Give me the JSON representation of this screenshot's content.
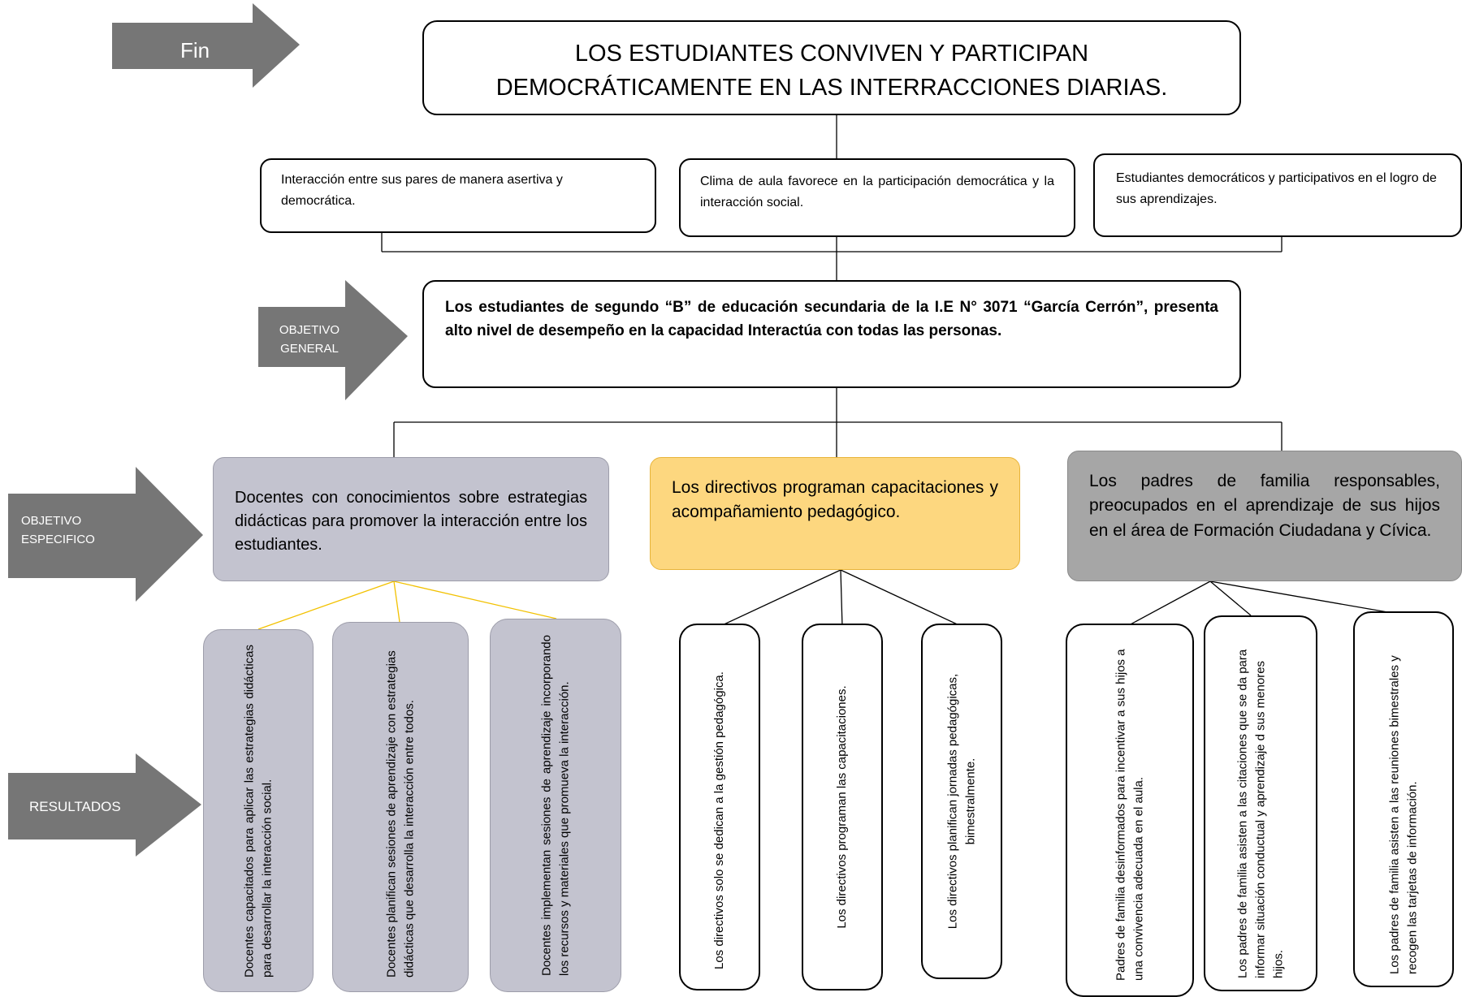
{
  "labels": {
    "fin": "Fin",
    "objetivo_general": "OBJETIVO GENERAL",
    "objetivo_especifico": "OBJETIVO ESPECIFICO",
    "resultados": "RESULTADOS"
  },
  "title": "LOS ESTUDIANTES  CONVIVEN Y PARTICIPAN DEMOCRÁTICAMENTE  EN LAS INTERRACCIONES DIARIAS.",
  "purposes": [
    "Interacción entre sus pares de manera asertiva y democrática.",
    "Clima de aula favorece en la participación democrática y la interacción social.",
    "Estudiantes  democráticos y participativos en el logro de sus aprendizajes."
  ],
  "general_objective": "Los estudiantes de segundo “B” de educación secundaria  de la I.E N° 3071 “García Cerrón”, presenta  alto nivel de desempeño en la capacidad Interactúa con todas las personas.",
  "specific_objectives": [
    "Docentes con conocimientos sobre estrategias didácticas para promover la interacción entre los estudiantes.",
    "Los directivos programan capacitaciones y acompañamiento pedagógico.",
    "Los padres de familia responsables, preocupados en el aprendizaje de sus hijos en el área de  Formación Ciudadana y Cívica."
  ],
  "results": [
    "Docentes capacitados para aplicar las estrategias didácticas para desarrollar la interacción social.",
    "Docentes planifican sesiones de aprendizaje con estrategias didácticas que desarrolla la interacción entre todos.",
    "Docentes implementan sesiones de aprendizaje incorporando los recursos y materiales que promueva la interacción.",
    "Los directivos solo se dedican a la gestión pedagógica.",
    "Los directivos  programan las capacitaciones.",
    "Los directivos  planifican  jornadas pedagógicas, bimestralmente.",
    "Padres de familia desinformados para incentivar a sus hijos  a una convivencia adecuada en el aula.",
    "Los padres de familia  asisten a las citaciones que se da para informar  situación conductual y aprendizaje d sus menores hijos.",
    "Los padres de familia  asisten a las reuniones bimestrales y recogen las tarjetas de información."
  ],
  "colors": {
    "arrow": "#767676",
    "teacher_box": "#c3c3cf",
    "director_box": "#fdd77f",
    "parents_box": "#a6a6a6",
    "yellow_line": "#f2c100"
  }
}
